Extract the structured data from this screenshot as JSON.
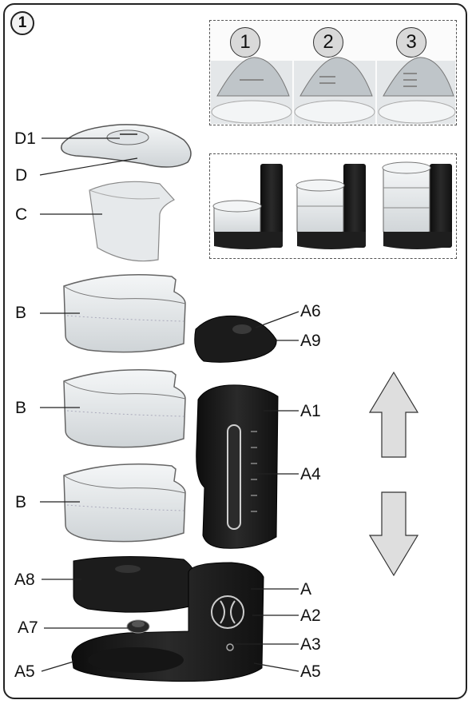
{
  "figure_number": "1",
  "lid_steps": [
    "1",
    "2",
    "3"
  ],
  "labels": {
    "D1": "D1",
    "D": "D",
    "C": "C",
    "B_top": "B",
    "B_mid": "B",
    "B_bottom": "B",
    "A6": "A6",
    "A9": "A9",
    "A1": "A1",
    "A4": "A4",
    "A8": "A8",
    "A": "A",
    "A2": "A2",
    "A7": "A7",
    "A3": "A3",
    "A5_left": "A5",
    "A5_right": "A5"
  },
  "colors": {
    "dark_part": "#1e1e1e",
    "clear_part": "#e9ecee",
    "arrow_fill": "#dedede",
    "outline": "#222222"
  },
  "icons": [
    "arrow-up-icon",
    "arrow-down-icon"
  ]
}
